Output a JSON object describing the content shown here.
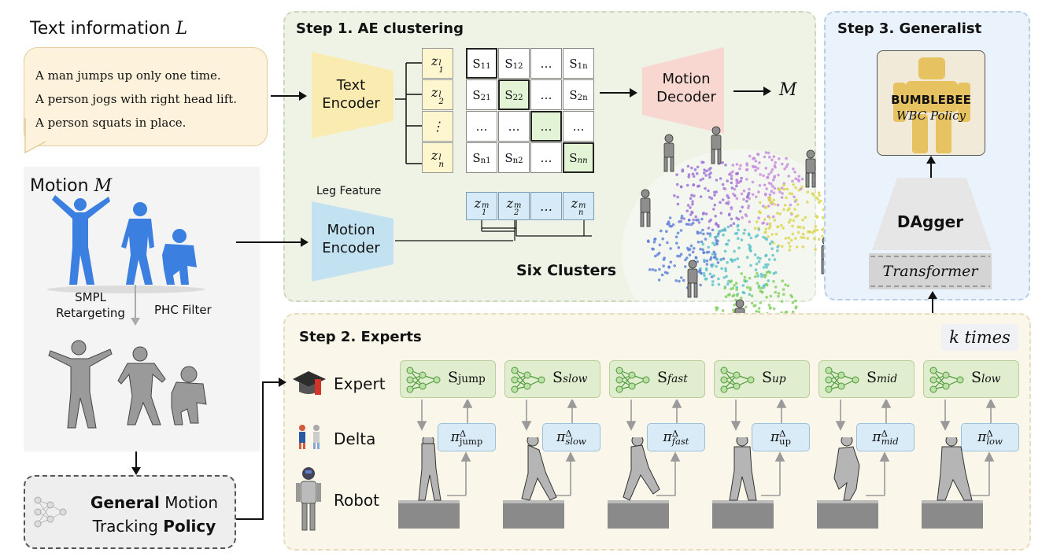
{
  "text_info": {
    "title_prefix": "Text information ",
    "title_var": "L",
    "lines": [
      "A man jumps up only one time.",
      "A person jogs with right head lift.",
      "A person squats in place."
    ]
  },
  "motion": {
    "title_prefix": "Motion ",
    "title_var": "M",
    "smpl_label_1": "SMPL",
    "smpl_label_2": "Retargeting",
    "phc_label": "PHC Filter"
  },
  "general_policy": {
    "word1": "General",
    "word2": " Motion",
    "word3": "Tracking ",
    "word4": "Policy"
  },
  "step1": {
    "title": "Step 1. AE clustering",
    "text_encoder": [
      "Text",
      "Encoder"
    ],
    "motion_encoder": [
      "Motion",
      "Encoder"
    ],
    "motion_decoder": [
      "Motion",
      "Decoder"
    ],
    "leg_feature": "Leg Feature",
    "output_var": "M",
    "six_clusters": "Six Clusters",
    "zl": [
      {
        "base": "z",
        "sup": "l",
        "sub": "1"
      },
      {
        "base": "z",
        "sup": "l",
        "sub": "2"
      },
      {
        "base": "⋮",
        "sup": "",
        "sub": ""
      },
      {
        "base": "z",
        "sup": "l",
        "sub": "n"
      }
    ],
    "grid": [
      [
        {
          "b": "S",
          "s": "11"
        },
        {
          "b": "S",
          "s": "12"
        },
        {
          "b": "…",
          "s": ""
        },
        {
          "b": "S",
          "s": "1n"
        }
      ],
      [
        {
          "b": "S",
          "s": "21"
        },
        {
          "b": "S",
          "s": "22"
        },
        {
          "b": "…",
          "s": ""
        },
        {
          "b": "S",
          "s": "2n"
        }
      ],
      [
        {
          "b": "…",
          "s": ""
        },
        {
          "b": "…",
          "s": ""
        },
        {
          "b": "…",
          "s": ""
        },
        {
          "b": "…",
          "s": ""
        }
      ],
      [
        {
          "b": "S",
          "s": "n1"
        },
        {
          "b": "S",
          "s": "n2"
        },
        {
          "b": "…",
          "s": ""
        },
        {
          "b": "S",
          "s": "nn"
        }
      ]
    ],
    "zm": [
      {
        "base": "z",
        "sup": "m",
        "sub": "1"
      },
      {
        "base": "z",
        "sup": "m",
        "sub": "2"
      },
      {
        "base": "…",
        "sup": "",
        "sub": ""
      },
      {
        "base": "z",
        "sup": "m",
        "sub": "n"
      }
    ]
  },
  "step2": {
    "title": "Step 2. Experts",
    "k_times": "k times",
    "row_expert": "Expert",
    "row_delta": "Delta",
    "row_robot": "Robot",
    "experts": [
      {
        "sub": "jump",
        "italic": false
      },
      {
        "sub": "slow",
        "italic": true
      },
      {
        "sub": "fast",
        "italic": true
      },
      {
        "sub": "up",
        "italic": true
      },
      {
        "sub": "mid",
        "italic": true
      },
      {
        "sub": "low",
        "italic": true
      }
    ],
    "deltas": [
      {
        "sub": "jump",
        "italic": false
      },
      {
        "sub": "slow",
        "italic": true
      },
      {
        "sub": "fast",
        "italic": true
      },
      {
        "sub": "up",
        "italic": false
      },
      {
        "sub": "mid",
        "italic": true
      },
      {
        "sub": "low",
        "italic": true
      }
    ]
  },
  "step3": {
    "title": "Step 3. Generalist",
    "bumblebee": "BUMBLEBEE",
    "wbc_policy": "WBC Policy",
    "dagger": "DAgger",
    "transformer": "Transformer"
  },
  "colors": {
    "step1_bg": "#eef3e6",
    "step2_bg": "#fbf6ea",
    "step3_bg": "#eaf2fb",
    "motion_blue": "#3b7fe0",
    "expert_green": "#e1edcf",
    "delta_blue": "#d9ebf7"
  }
}
